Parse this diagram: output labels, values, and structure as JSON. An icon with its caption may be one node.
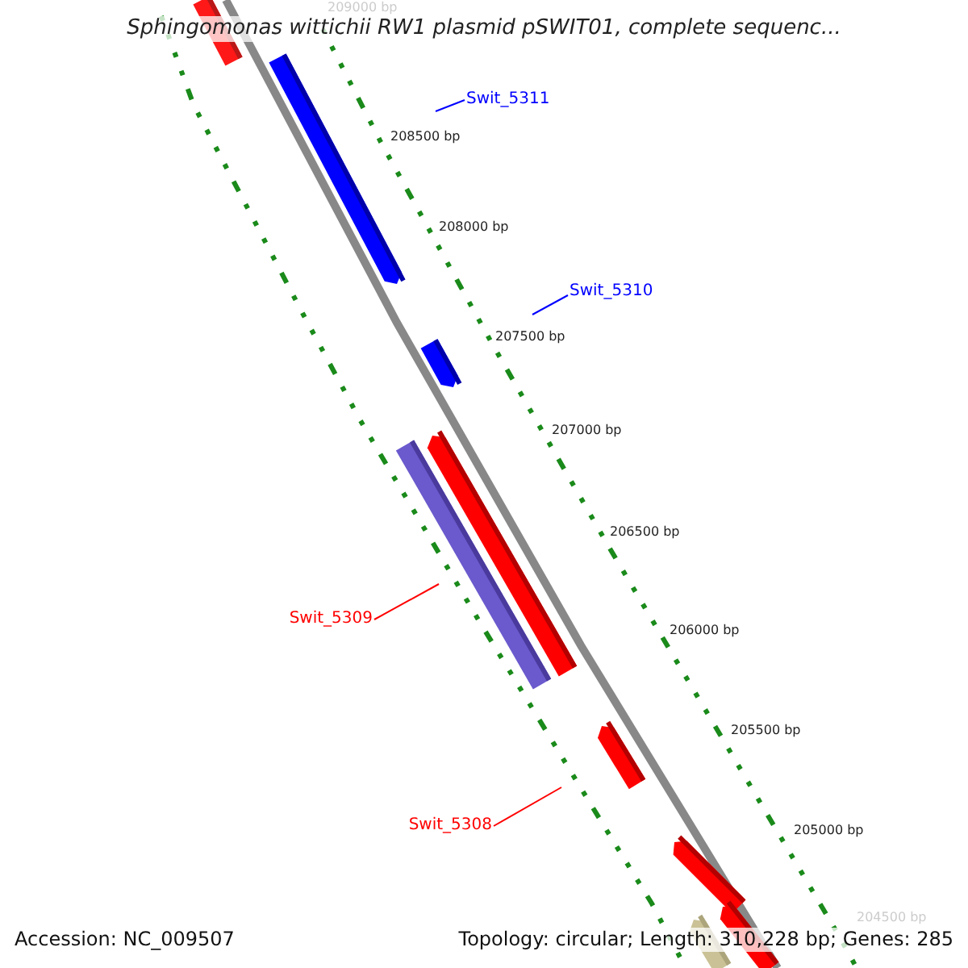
{
  "diagram": {
    "title": "Sphingomonas wittichii RW1 plasmid pSWIT01, complete sequenc...",
    "nodes": [
      {
        "text": [
          "Swit_5311"
        ]
      },
      {
        "text": [
          "Swit_5310"
        ]
      },
      {
        "text": [
          "Swit_5309"
        ]
      },
      {
        "text": [
          "Swit_5308"
        ]
      }
    ],
    "edges": [
      {
        "from": 0,
        "to": null,
        "arrow": "none",
        "color": "#0000ff"
      },
      {
        "from": 1,
        "to": null,
        "arrow": "none",
        "color": "#0000ff"
      },
      {
        "from": 2,
        "to": null,
        "arrow": "none",
        "color": "#ff0000"
      },
      {
        "from": 3,
        "to": null,
        "arrow": "none",
        "color": "#ff0000"
      }
    ],
    "labels": [
      "209000 bp",
      "208500 bp",
      "208000 bp",
      "207500 bp",
      "207000 bp",
      "206500 bp",
      "206000 bp",
      "205500 bp",
      "205000 bp",
      "204500 bp",
      "Accession: NC_009507",
      "Topology: circular; Length: 310,228 bp; Genes: 285"
    ]
  }
}
